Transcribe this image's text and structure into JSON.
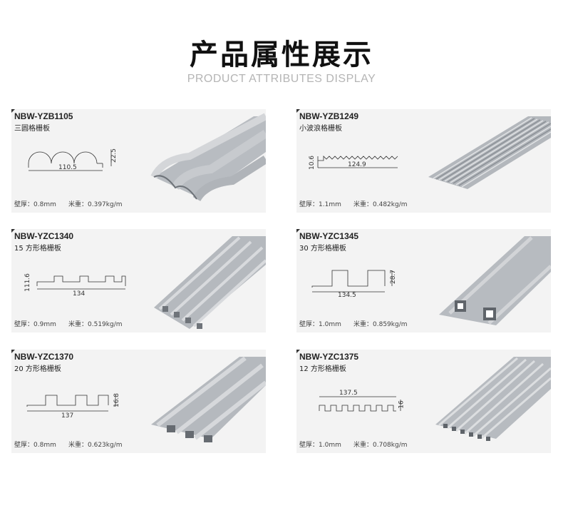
{
  "header": {
    "title": "产品属性展示",
    "subtitle": "PRODUCT ATTRIBUTES DISPLAY"
  },
  "products": [
    {
      "code": "NBW-YZB1105",
      "name": "三圆格栅板",
      "wall": "壁厚：0.8mm",
      "weight": "米重：0.397kg/m",
      "dim_w": "110.5",
      "dim_h": "22.5"
    },
    {
      "code": "NBW-YZB1249",
      "name": "小波浪格栅板",
      "wall": "壁厚：1.1mm",
      "weight": "米重：0.482kg/m",
      "dim_w": "124.9",
      "dim_h": "10.6"
    },
    {
      "code": "NBW-YZC1340",
      "name": "15 方形格栅板",
      "wall": "壁厚：0.9mm",
      "weight": "米重：0.519kg/m",
      "dim_w": "134",
      "dim_h": "111.6"
    },
    {
      "code": "NBW-YZC1345",
      "name": "30 方形格栅板",
      "wall": "壁厚：1.0mm",
      "weight": "米重：0.859kg/m",
      "dim_w": "134.5",
      "dim_h": "28.7"
    },
    {
      "code": "NBW-YZC1370",
      "name": "20 方形格栅板",
      "wall": "壁厚：0.8mm",
      "weight": "米重：0.623kg/m",
      "dim_w": "137",
      "dim_h": "16.8"
    },
    {
      "code": "NBW-YZC1375",
      "name": "12 方形格栅板",
      "wall": "壁厚：1.0mm",
      "weight": "米重：0.708kg/m",
      "dim_w": "137.5",
      "dim_h": "16"
    }
  ],
  "colors": {
    "panel": "#f3f3f3",
    "metal": "#a9adb2",
    "metal_light": "#c9ccd0",
    "metal_dark": "#7e8389"
  }
}
